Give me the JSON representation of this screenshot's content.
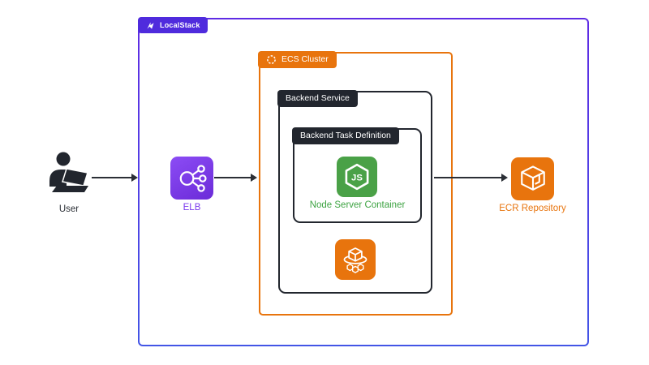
{
  "diagram": {
    "groups": {
      "localstack": {
        "label": "LocalStack",
        "badge_bg": "#4f2bdd",
        "border_gradient_top": "#5f2be4",
        "border_gradient_bottom": "#4355e6"
      },
      "ecs_cluster": {
        "label": "ECS Cluster",
        "color": "#e8740d"
      },
      "backend_service": {
        "label": "Backend Service",
        "color": "#22262e"
      },
      "task_definition": {
        "label": "Backend Task Definition",
        "color": "#22262e"
      }
    },
    "nodes": {
      "user": {
        "label": "User",
        "color": "#2b2f36"
      },
      "elb": {
        "label": "ELB",
        "color": "#7c3aed",
        "tile_bg_top": "#8c4cf5",
        "tile_bg_bottom": "#6b2bd8"
      },
      "node_container": {
        "label": "Node Server Container",
        "color": "#3da342",
        "tile_bg": "#4aa147"
      },
      "ecs_service": {
        "tile_bg": "#e8740d"
      },
      "ecr": {
        "label": "ECR Repository",
        "color": "#e8740d",
        "tile_bg": "#e8740d"
      }
    },
    "edges": [
      {
        "from": "User",
        "to": "LocalStack"
      },
      {
        "from": "ELB",
        "to": "ECS Cluster"
      },
      {
        "from": "Backend Service",
        "to": "ECR Repository"
      }
    ],
    "arrow_color": "#2b2f36"
  }
}
